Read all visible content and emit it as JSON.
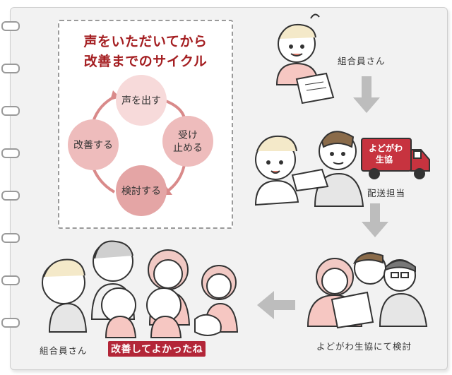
{
  "cycle": {
    "title_line1": "声をいただいてから",
    "title_line2": "改善までのサイクル",
    "steps": [
      "声を出す",
      "受け\n止める",
      "検討する",
      "改善する"
    ]
  },
  "flow": {
    "member_top": "組合員さん",
    "delivery": "配送担当",
    "truck_line1": "よどがわ",
    "truck_line2": "生協",
    "review": "よどがわ生協にて検討",
    "member_bottom": "組合員さん",
    "happy": "改善してよかったね"
  },
  "colors": {
    "title": "#a41e21",
    "node_light": "#f7dada",
    "node_mid": "#eebcbc",
    "arrow_pink": "#d98a8a",
    "truck": "#c7333f",
    "flow_arrow": "#bdbdbd"
  }
}
